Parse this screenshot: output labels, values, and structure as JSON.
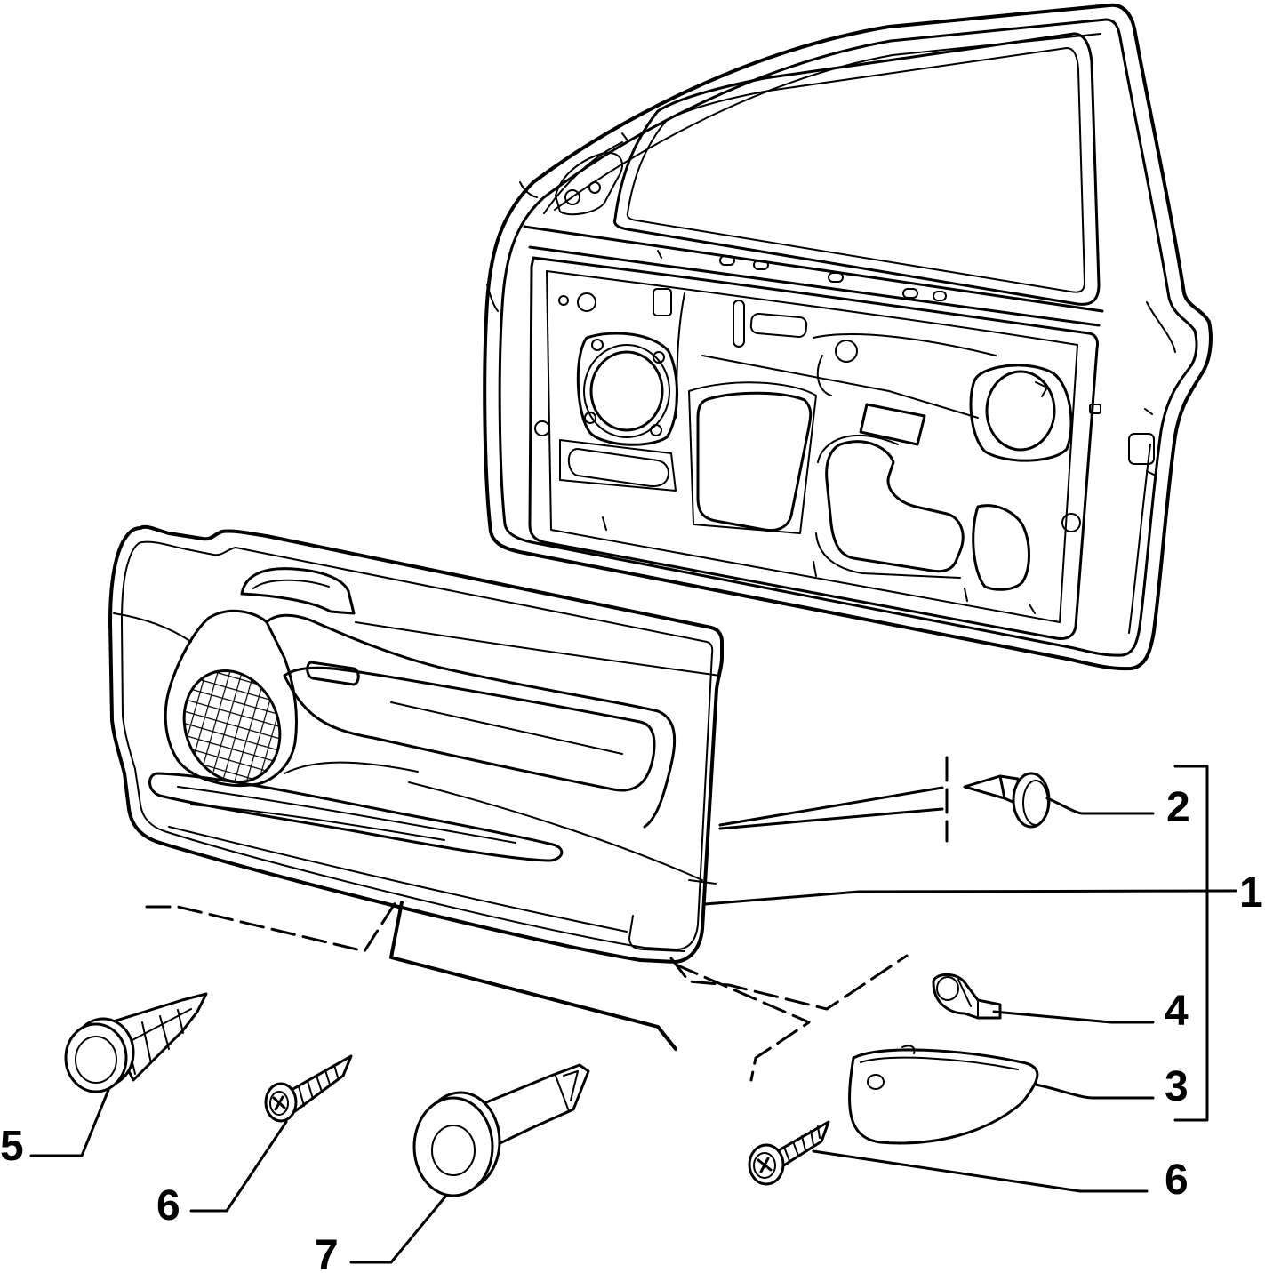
{
  "colors": {
    "line": "#000000",
    "background": "#ffffff"
  },
  "callouts": [
    {
      "label": "2"
    },
    {
      "label": "1"
    },
    {
      "label": "4"
    },
    {
      "label": "3"
    },
    {
      "label": "6"
    },
    {
      "label": "5"
    },
    {
      "label": "6"
    },
    {
      "label": "7"
    }
  ]
}
